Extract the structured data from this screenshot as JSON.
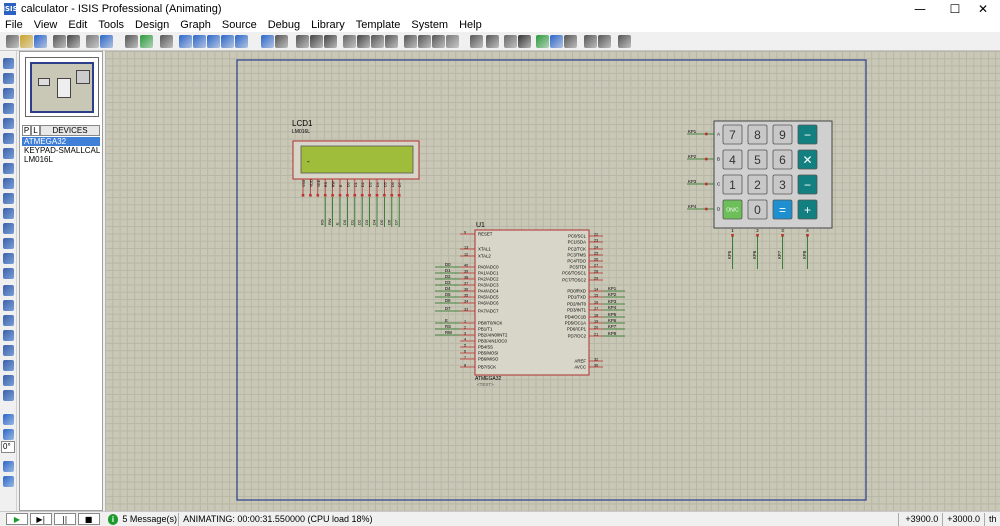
{
  "window": {
    "title": "calculator - ISIS Professional (Animating)",
    "icon_label": "ISIS"
  },
  "menu": [
    "File",
    "View",
    "Edit",
    "Tools",
    "Design",
    "Graph",
    "Source",
    "Debug",
    "Library",
    "Template",
    "System",
    "Help"
  ],
  "devices": {
    "tabs": [
      "P",
      "L"
    ],
    "header": "DEVICES",
    "items": [
      "ATMEGA32",
      "KEYPAD-SMALLCALC",
      "LM016L"
    ],
    "selected_index": 0
  },
  "lcd": {
    "ref": "LCD1",
    "part": "LM016L",
    "display_char": "-",
    "pins": [
      "VSS",
      "VDD",
      "VEE",
      "RS",
      "RW",
      "E",
      "D0",
      "D1",
      "D2",
      "D3",
      "D4",
      "D5",
      "D6",
      "D7"
    ],
    "nets": [
      "RS",
      "RW",
      "E",
      "D0",
      "D1",
      "D2",
      "D3",
      "D4",
      "D5",
      "D6",
      "D7"
    ]
  },
  "mcu": {
    "ref": "U1",
    "part": "ATMEGA32",
    "text_placeholder": "<TEXT>",
    "left_pins": [
      {
        "name": "RESET",
        "num": "9"
      },
      {
        "name": "XTAL1",
        "num": "13"
      },
      {
        "name": "XTAL2",
        "num": "12"
      },
      {
        "name": "PA0/ADC0",
        "num": "40"
      },
      {
        "name": "PA1/ADC1",
        "num": "39"
      },
      {
        "name": "PA2/ADC2",
        "num": "38"
      },
      {
        "name": "PA3/ADC3",
        "num": "37"
      },
      {
        "name": "PA4/ADC4",
        "num": "36"
      },
      {
        "name": "PA5/ADC5",
        "num": "35"
      },
      {
        "name": "PA6/ADC6",
        "num": "34"
      },
      {
        "name": "PA7/ADC7",
        "num": "33"
      },
      {
        "name": "PB0/T0/XCK",
        "num": "1"
      },
      {
        "name": "PB1/T1",
        "num": "2"
      },
      {
        "name": "PB2/AIN0/INT2",
        "num": "3"
      },
      {
        "name": "PB3/AIN1/OC0",
        "num": "4"
      },
      {
        "name": "PB4/SS",
        "num": "5"
      },
      {
        "name": "PB5/MOSI",
        "num": "6"
      },
      {
        "name": "PB6/MISO",
        "num": "7"
      },
      {
        "name": "PB7/SCK",
        "num": "8"
      }
    ],
    "left_nets": [
      "D0",
      "D1",
      "D2",
      "D3",
      "D4",
      "D5",
      "D6",
      "D7",
      "E",
      "RS",
      "RW"
    ],
    "right_pins": [
      {
        "name": "PC0/SCL",
        "num": "22"
      },
      {
        "name": "PC1/SDA",
        "num": "23"
      },
      {
        "name": "PC2/TCK",
        "num": "24"
      },
      {
        "name": "PC3/TMS",
        "num": "25"
      },
      {
        "name": "PC4/TDO",
        "num": "26"
      },
      {
        "name": "PC5/TDI",
        "num": "27"
      },
      {
        "name": "PC6/TOSC1",
        "num": "28"
      },
      {
        "name": "PC7/TOSC2",
        "num": "29"
      },
      {
        "name": "PD0/RXD",
        "num": "14"
      },
      {
        "name": "PD1/TXD",
        "num": "15"
      },
      {
        "name": "PD2/INT0",
        "num": "16"
      },
      {
        "name": "PD3/INT1",
        "num": "17"
      },
      {
        "name": "PD4/OC1B",
        "num": "18"
      },
      {
        "name": "PD5/OC1A",
        "num": "19"
      },
      {
        "name": "PD6/ICP1",
        "num": "20"
      },
      {
        "name": "PD7/OC2",
        "num": "21"
      },
      {
        "name": "AREF",
        "num": "32"
      },
      {
        "name": "AVCC",
        "num": "30"
      }
    ],
    "right_nets": [
      "KP1",
      "KP2",
      "KP3",
      "KP4",
      "KP5",
      "KP6",
      "KP7",
      "KP8"
    ]
  },
  "keypad": {
    "row_nets": [
      "KP1",
      "KP2",
      "KP3",
      "KP4"
    ],
    "row_letters": [
      "A",
      "B",
      "C",
      "D"
    ],
    "col_numbers": [
      "1",
      "2",
      "3",
      "4"
    ],
    "col_nets": [
      "KP5",
      "KP6",
      "KP7",
      "KP8"
    ],
    "keys": [
      [
        "7",
        "8",
        "9",
        "−"
      ],
      [
        "4",
        "5",
        "6",
        "✕"
      ],
      [
        "1",
        "2",
        "3",
        "−"
      ],
      [
        "ON/C",
        "0",
        "=",
        "+"
      ]
    ]
  },
  "status": {
    "sim_buttons": [
      "▶",
      "▶|",
      "||",
      "■"
    ],
    "messages": "5 Message(s)",
    "animating": "ANIMATING: 00:00:31.550000 (CPU load 18%)",
    "coord_x": "+3900.0",
    "coord_y": "+3000.0",
    "unit": "th"
  },
  "left_input_value": "0°",
  "colors": {
    "canvas": "#c9c7b6",
    "sheet_border": "#2c3e8a",
    "lcd_screen": "#9fbd3a",
    "pin_red": "#c03030",
    "wire_green": "#1a6e1a",
    "selection": "#3f7fd8"
  }
}
